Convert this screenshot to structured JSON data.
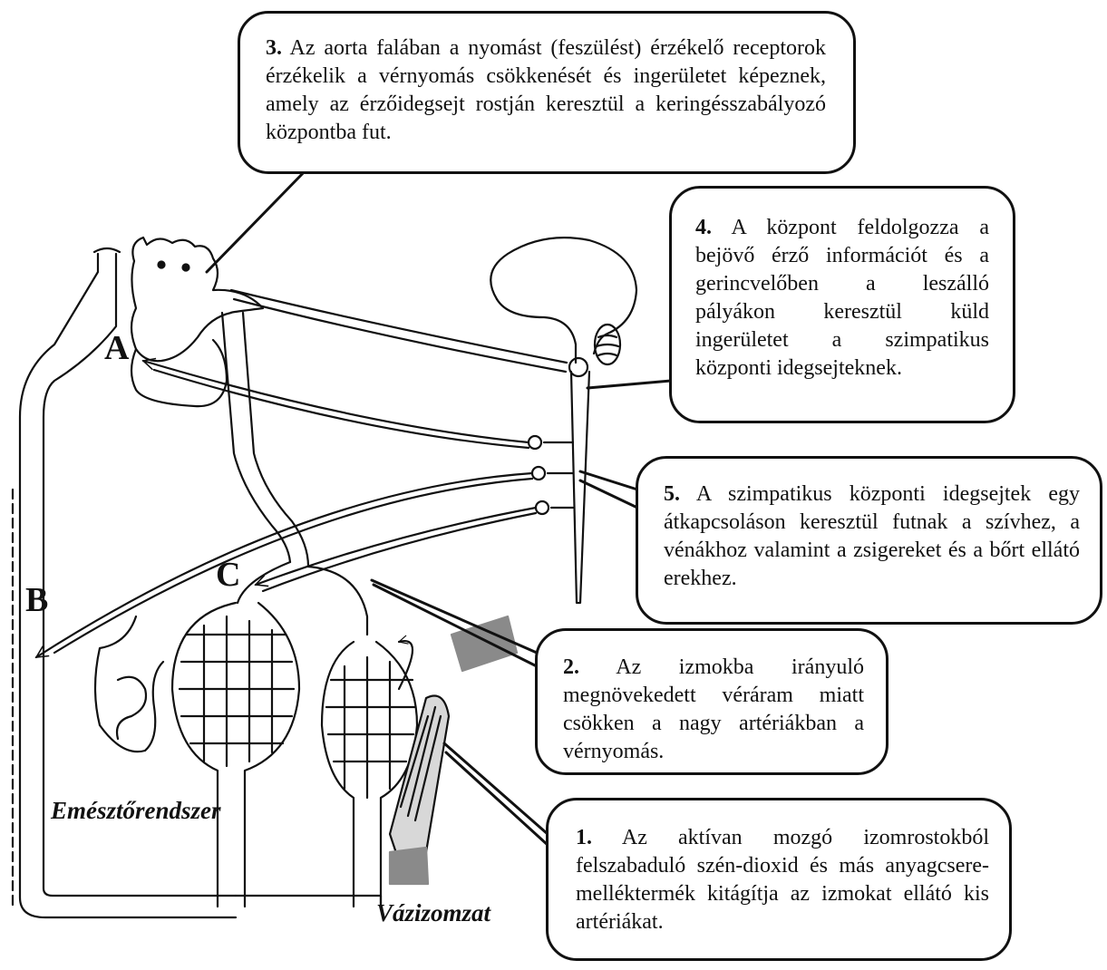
{
  "labels": {
    "a": "A",
    "b": "B",
    "c": "C",
    "emesztorendszer": "Emésztőrendszer",
    "vazizomzat": "Vázizomzat"
  },
  "callouts": [
    {
      "num": "3.",
      "text": "Az aorta falában a nyomást (feszülést) érzékelő receptorok érzékelik a vérnyomás csökkenését és ingerületet képeznek, amely az érzőidegsejt rostján keresztül a keringésszabályozó központba fut."
    },
    {
      "num": "4.",
      "text": "A központ feldolgozza a bejövő érző információt és a gerincvelőben a leszálló pályákon keresztül küld ingerületet a szimpatikus központi idegsejteknek."
    },
    {
      "num": "5.",
      "text": "A szimpatikus központi idegsejtek egy átkapcsoláson keresztül futnak a szívhez, a vénákhoz valamint a zsigereket és a bőrt ellátó erekhez."
    },
    {
      "num": "2.",
      "text": "Az izmokba irányuló megnövekedett véráram miatt csökken a nagy artériákban a vérnyomás."
    },
    {
      "num": "1.",
      "text": "Az aktívan mozgó izomrostokból felszabaduló szén-dioxid és más anyagcsere-melléktermék kitágítja az izmokat ellátó kis artériákat."
    }
  ],
  "colors": {
    "ink": "#111111",
    "muscle": "#8a8a8a"
  }
}
